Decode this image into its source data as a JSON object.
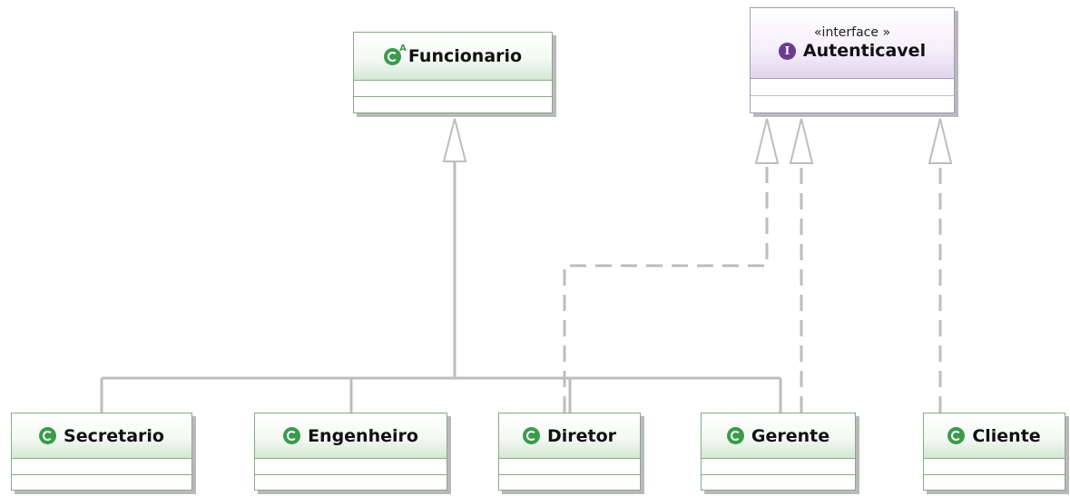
{
  "diagram": {
    "classes": [
      {
        "id": "funcionario",
        "name": "Funcionario",
        "kind": "abstract-class",
        "icon": "abstract-class-icon"
      },
      {
        "id": "autenticavel",
        "name": "Autenticavel",
        "kind": "interface",
        "stereotype": "«interface »",
        "icon": "interface-icon"
      },
      {
        "id": "secretario",
        "name": "Secretario",
        "kind": "class",
        "icon": "class-icon"
      },
      {
        "id": "engenheiro",
        "name": "Engenheiro",
        "kind": "class",
        "icon": "class-icon"
      },
      {
        "id": "diretor",
        "name": "Diretor",
        "kind": "class",
        "icon": "class-icon"
      },
      {
        "id": "gerente",
        "name": "Gerente",
        "kind": "class",
        "icon": "class-icon"
      },
      {
        "id": "cliente",
        "name": "Cliente",
        "kind": "class",
        "icon": "class-icon"
      }
    ],
    "relations": [
      {
        "type": "generalization",
        "from": "secretario",
        "to": "funcionario"
      },
      {
        "type": "generalization",
        "from": "engenheiro",
        "to": "funcionario"
      },
      {
        "type": "generalization",
        "from": "diretor",
        "to": "funcionario"
      },
      {
        "type": "generalization",
        "from": "gerente",
        "to": "funcionario"
      },
      {
        "type": "realization",
        "from": "diretor",
        "to": "autenticavel"
      },
      {
        "type": "realization",
        "from": "gerente",
        "to": "autenticavel"
      },
      {
        "type": "realization",
        "from": "cliente",
        "to": "autenticavel"
      }
    ],
    "colors": {
      "class_border": "#8aa88a",
      "class_header": "#d4e8d4",
      "interface_border": "#a998bd",
      "interface_header": "#e2d6ee",
      "class_icon": "#3c9a4c",
      "interface_icon": "#6d3b8f",
      "connector": "#bdbdbd"
    }
  }
}
